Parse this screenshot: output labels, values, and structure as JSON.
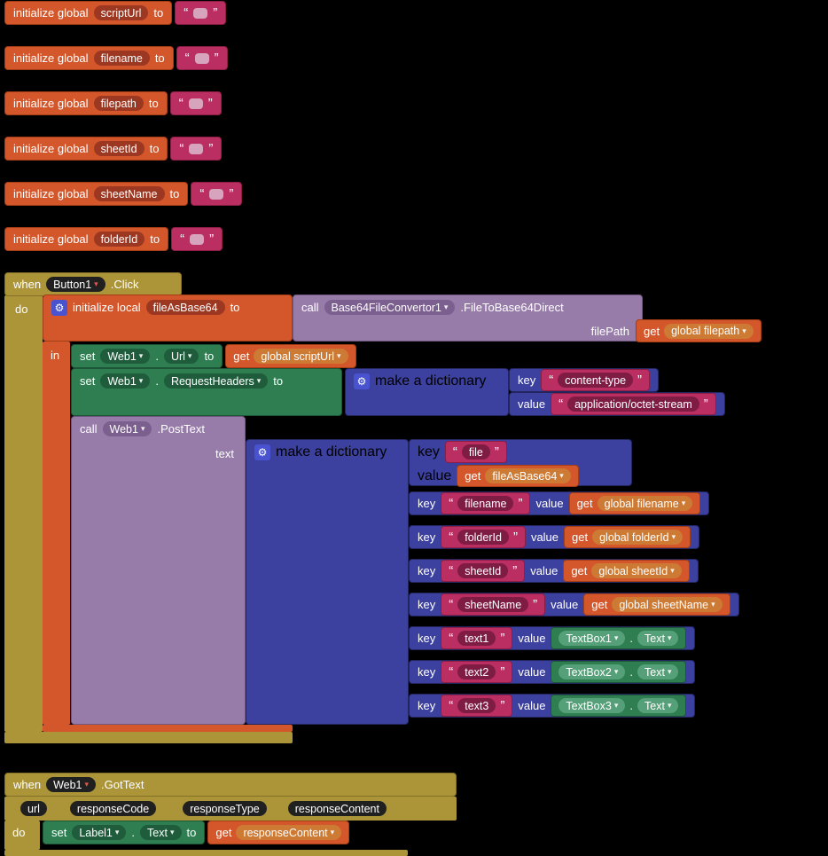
{
  "labels": {
    "initialize_global": "initialize global",
    "initialize_local": "initialize local",
    "to": "to",
    "when": "when",
    "do": "do",
    "in": "in",
    "set": "set",
    "get": "get",
    "call": "call",
    "key": "key",
    "value": "value",
    "dot": ".",
    "make_dictionary": "make a dictionary",
    "text_param": "text",
    "filepath_param": "filePath",
    "arrow": "▾",
    "gear": "⚙",
    "quote_open": "“",
    "quote_close": "”"
  },
  "globals": {
    "items": [
      {
        "name": "scriptUrl"
      },
      {
        "name": "filename"
      },
      {
        "name": "filepath"
      },
      {
        "name": "sheetId"
      },
      {
        "name": "sheetName"
      },
      {
        "name": "folderId"
      }
    ]
  },
  "button_click": {
    "component": "Button1",
    "event": ".Click",
    "local_name": "fileAsBase64",
    "convertor_component": "Base64FileConvertor1",
    "convertor_method": ".FileToBase64Direct",
    "filepath_var": "global filepath",
    "web_component": "Web1",
    "url_prop": "Url",
    "scripturl_var": "global scriptUrl",
    "headers_prop": "RequestHeaders",
    "header_key": "content-type",
    "header_value": "application/octet-stream",
    "post_method": ".PostText",
    "pair_file": {
      "key": "file",
      "var": "fileAsBase64"
    },
    "pairs": [
      {
        "key": "filename",
        "var": "global filename"
      },
      {
        "key": "folderId",
        "var": "global folderId"
      },
      {
        "key": "sheetId",
        "var": "global sheetId"
      },
      {
        "key": "sheetName",
        "var": "global sheetName"
      },
      {
        "key": "text1",
        "component": "TextBox1",
        "prop": "Text"
      },
      {
        "key": "text2",
        "component": "TextBox2",
        "prop": "Text"
      },
      {
        "key": "text3",
        "component": "TextBox3",
        "prop": "Text"
      }
    ]
  },
  "got_text": {
    "component": "Web1",
    "event": ".GotText",
    "params": [
      "url",
      "responseCode",
      "responseType",
      "responseContent"
    ],
    "set_component": "Label1",
    "set_prop": "Text",
    "response_var": "responseContent"
  }
}
